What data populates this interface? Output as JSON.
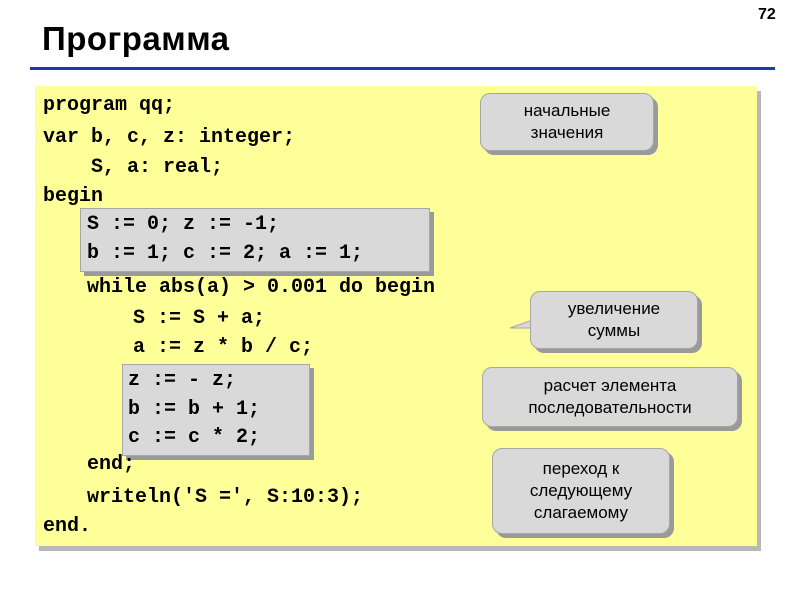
{
  "slide": {
    "number": "72",
    "title": "Программа"
  },
  "code": {
    "line1": "program qq;",
    "line2": "var b, c, z: integer;",
    "line3": "    S, a: real;",
    "line4": "begin",
    "line5": "S := 0; z := -1;",
    "line6": "b := 1; c := 2; a := 1;",
    "line7": "while abs(a) > 0.001 do begin",
    "line8": "S := S + a;",
    "line9": "a := z * b / c;",
    "line10": "z := - z;",
    "line11": "b := b + 1;",
    "line12": "c := c * 2;",
    "line13": "end;",
    "line14": "writeln('S =', S:10:3);",
    "line15": "end."
  },
  "callouts": {
    "initial": {
      "line1": "начальные",
      "line2": "значения"
    },
    "sum": {
      "line1": "увеличение",
      "line2": "суммы"
    },
    "element": {
      "line1": "расчет элемента",
      "line2": "последовательности"
    },
    "next": {
      "line1": "переход к",
      "line2": "следующему",
      "line3": "слагаемому"
    }
  },
  "colors": {
    "panel_background": "#ffff99",
    "highlight_gray": "#d9d9d9",
    "title_rule": "#1f3aa8"
  }
}
